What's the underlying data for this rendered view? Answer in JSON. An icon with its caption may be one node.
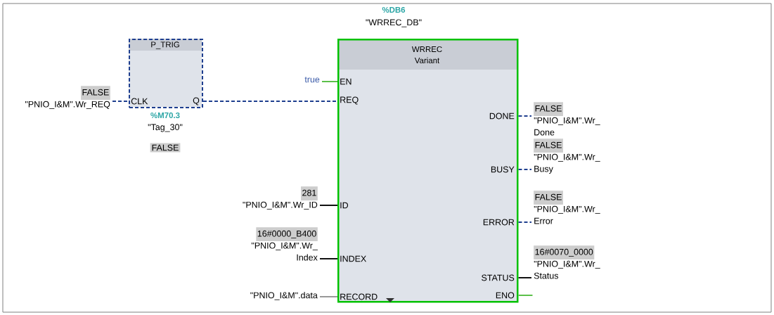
{
  "diagram": {
    "nodes": [
      {
        "text": [
          "P_TRIG",
          "CLK",
          "Q"
        ],
        "beside": [
          "%M70.3",
          "\"Tag_30\"",
          "FALSE"
        ]
      },
      {
        "text": [
          "WRREC Variant",
          "EN",
          "REQ",
          "ID",
          "INDEX",
          "RECORD",
          "DONE",
          "BUSY",
          "ERROR",
          "STATUS",
          "ENO"
        ],
        "beside": [
          "%DB6",
          "\"WRREC_DB\""
        ]
      },
      {
        "text": [
          "FALSE",
          "\"PNIO_I&M\".Wr_REQ"
        ]
      },
      {
        "text": [
          "true"
        ]
      },
      {
        "text": [
          "281",
          "\"PNIO_I&M\".Wr_ID"
        ]
      },
      {
        "text": [
          "16#0000_B400",
          "\"PNIO_I&M\".Wr_ Index"
        ]
      },
      {
        "text": [
          "\"PNIO_I&M\".data"
        ]
      },
      {
        "text": [
          "FALSE",
          "\"PNIO_I&M\".Wr_ Done"
        ]
      },
      {
        "text": [
          "FALSE",
          "\"PNIO_I&M\".Wr_ Busy"
        ]
      },
      {
        "text": [
          "FALSE",
          "\"PNIO_I&M\".Wr_ Error"
        ]
      },
      {
        "text": [
          "16#0070_0000",
          "\"PNIO_I&M\".Wr_ Status"
        ]
      }
    ],
    "edges": [
      {
        "from": 2,
        "to": 0,
        "arrow": "none",
        "style": "dashed"
      },
      {
        "from": 0,
        "to": 1,
        "arrow": "none",
        "style": "dashed"
      },
      {
        "from": 3,
        "to": 1,
        "arrow": "none",
        "color": "#5cc04a"
      },
      {
        "from": 4,
        "to": 1,
        "arrow": "none",
        "color": "#111111"
      },
      {
        "from": 5,
        "to": 1,
        "arrow": "none",
        "color": "#111111"
      },
      {
        "from": 6,
        "to": 1,
        "arrow": "none",
        "color": "#999999"
      },
      {
        "from": 1,
        "to": 7,
        "arrow": "none",
        "style": "dashed"
      },
      {
        "from": 1,
        "to": 8,
        "arrow": "none",
        "style": "dashed"
      },
      {
        "from": 1,
        "to": 9,
        "arrow": "none",
        "style": "dashed"
      },
      {
        "from": 1,
        "to": 10,
        "arrow": "none",
        "color": "#111111"
      },
      {
        "from": 1,
        "to": null,
        "arrow": "none",
        "color": "#5cc04a"
      }
    ]
  }
}
